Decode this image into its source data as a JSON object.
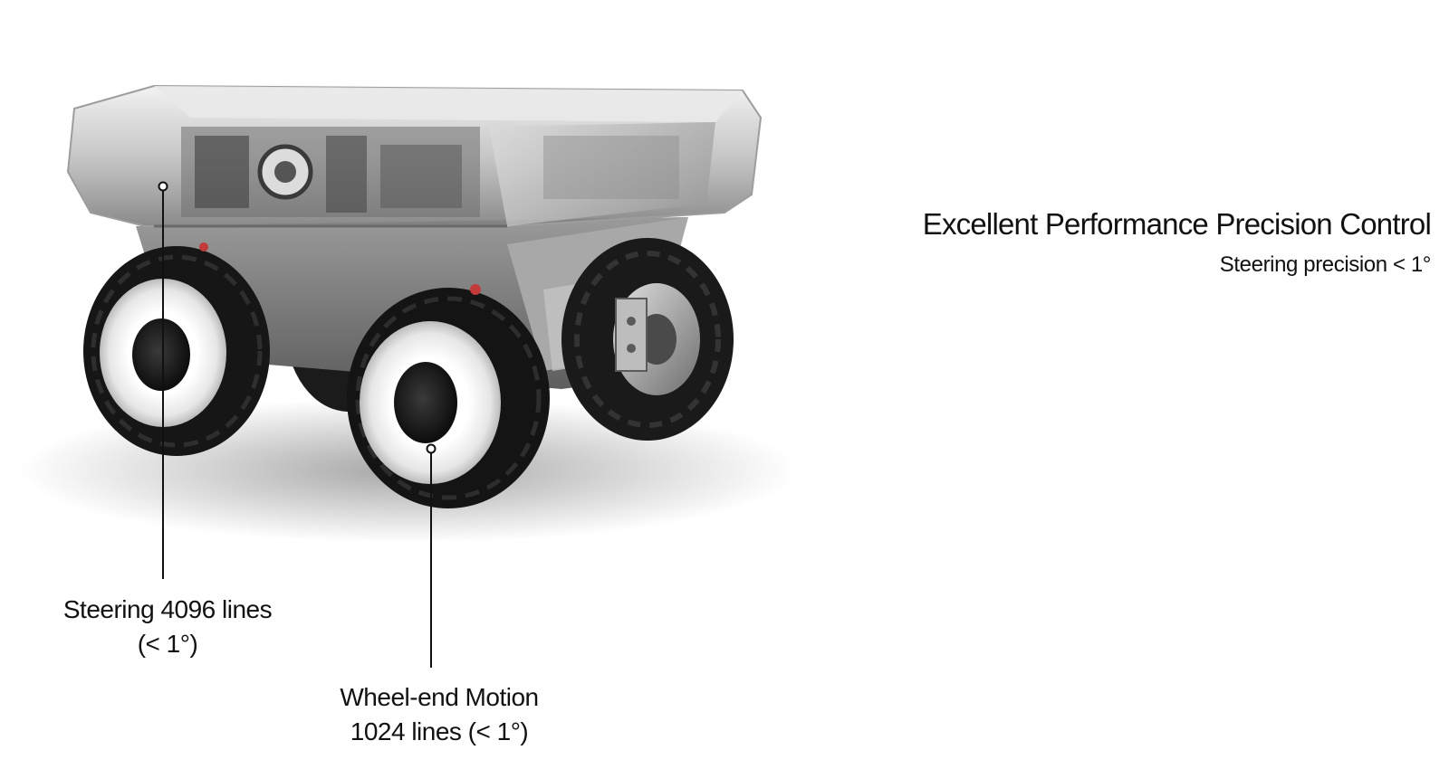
{
  "headline": "Excellent Performance Precision Control",
  "subline": "Steering precision < 1°",
  "callouts": {
    "steering": {
      "line1": "Steering 4096 lines",
      "line2": "(< 1°)"
    },
    "wheel_end": {
      "line1": "Wheel-end Motion",
      "line2": "1024 lines (< 1°)"
    }
  },
  "colors": {
    "text": "#111111",
    "background": "#ffffff",
    "tire": "#1c1c1c",
    "rim": "#ececec",
    "chassis": "#8a8a8a"
  }
}
